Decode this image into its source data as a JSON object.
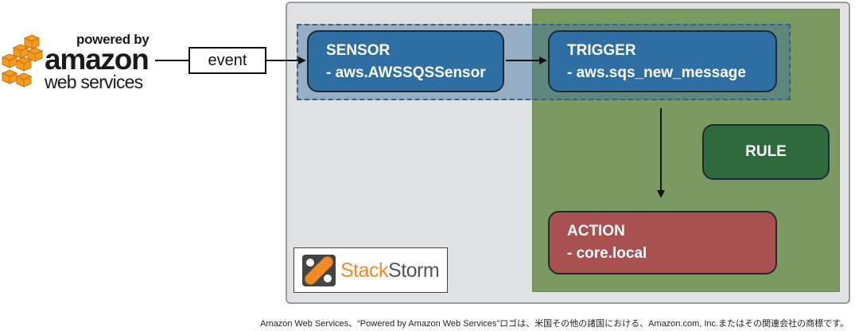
{
  "aws_logo": {
    "powered_by": "powered by",
    "amazon": "amazon",
    "web_services": "web services"
  },
  "event_label": "event",
  "sensor": {
    "title": "SENSOR",
    "subtitle": "- aws.AWSSQSSensor"
  },
  "trigger": {
    "title": "TRIGGER",
    "subtitle": "- aws.sqs_new_message"
  },
  "rule": {
    "title": "RULE"
  },
  "action": {
    "title": "ACTION",
    "subtitle": "- core.local"
  },
  "stackstorm_logo": {
    "stack": "Stack",
    "storm": "Storm"
  },
  "footnote": "Amazon Web Services、“Powered by Amazon Web Services”ロゴは、米国その他の諸国における、Amazon.com, Inc.またはその関連会社の商標です。",
  "colors": {
    "sensor_blue": "#2f6ea2",
    "rule_green": "#2d6b3c",
    "action_red": "#a85150",
    "aws_orange": "#f39c1f",
    "stackstorm_orange": "#f08a24"
  }
}
